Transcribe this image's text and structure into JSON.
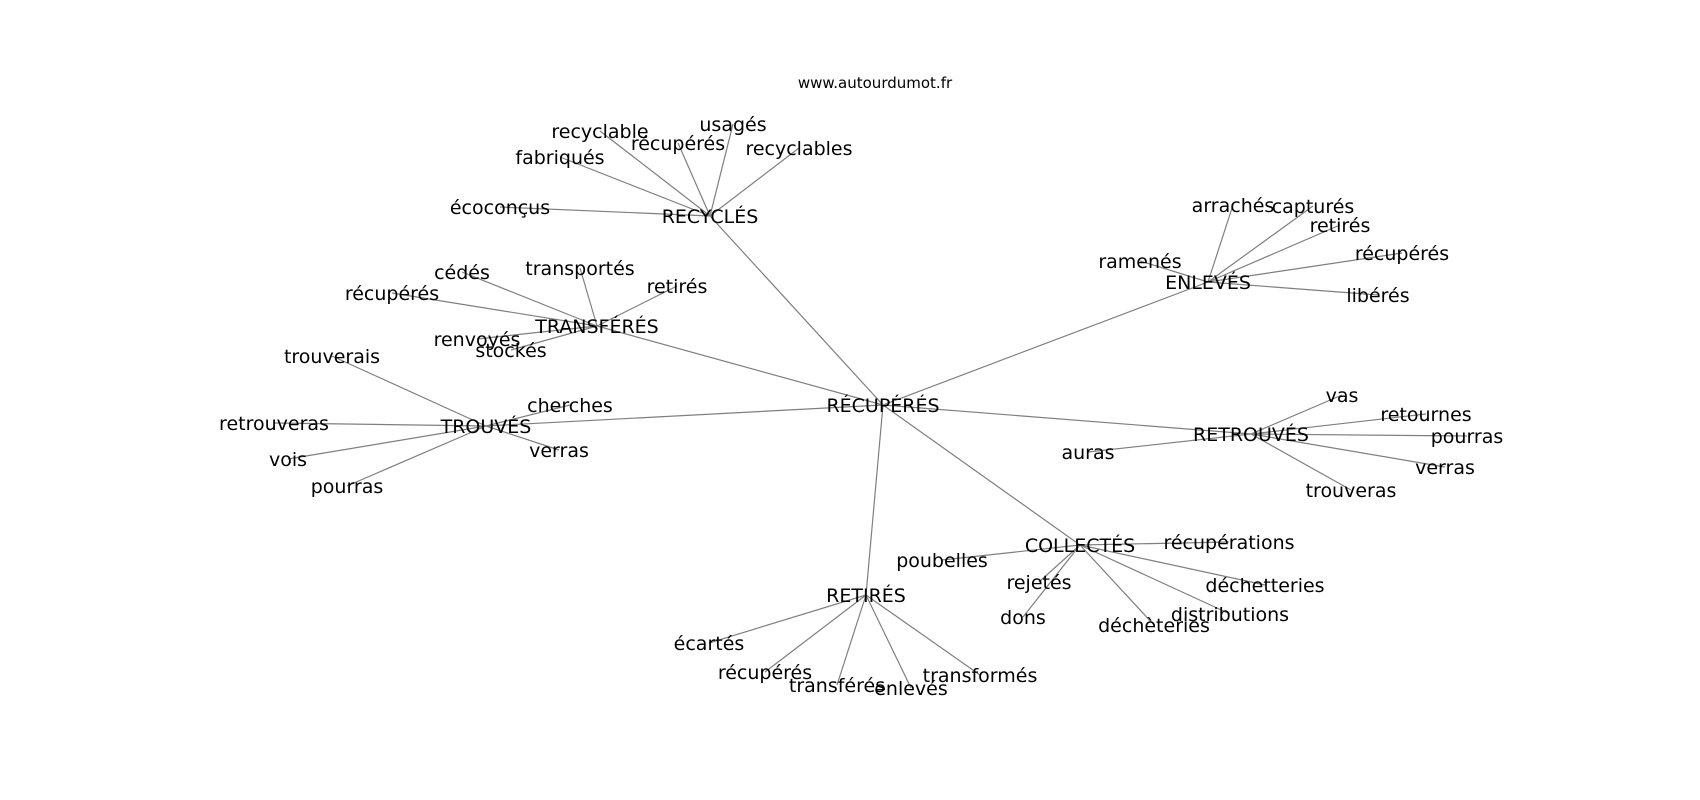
{
  "site": "www.autourdumot.fr",
  "center": "RÉCUPÉRÉS",
  "hubs": [
    {
      "label": "RECYCLÉS",
      "leaves": [
        "écoconçus",
        "fabriqués",
        "recyclable",
        "récupérés",
        "usagés",
        "recyclables"
      ]
    },
    {
      "label": "TRANSFÉRÉS",
      "leaves": [
        "cédés",
        "transportés",
        "retirés",
        "récupérés",
        "renvoyés",
        "stockés"
      ]
    },
    {
      "label": "TROUVÉS",
      "leaves": [
        "trouverais",
        "cherches",
        "retrouveras",
        "verras",
        "vois",
        "pourras"
      ]
    },
    {
      "label": "ENLEVÉS",
      "leaves": [
        "arrachés",
        "capturés",
        "retirés",
        "ramenés",
        "récupérés",
        "libérés"
      ]
    },
    {
      "label": "RETROUVÉS",
      "leaves": [
        "vas",
        "retournes",
        "pourras",
        "verras",
        "auras",
        "trouveras"
      ]
    },
    {
      "label": "COLLECTÉS",
      "leaves": [
        "récupérations",
        "poubelles",
        "rejetés",
        "déchetteries",
        "distributions",
        "dons",
        "déchèteries"
      ]
    },
    {
      "label": "RETIRÉS",
      "leaves": [
        "écartés",
        "récupérés",
        "transférés",
        "enlevés",
        "transformés"
      ]
    }
  ]
}
